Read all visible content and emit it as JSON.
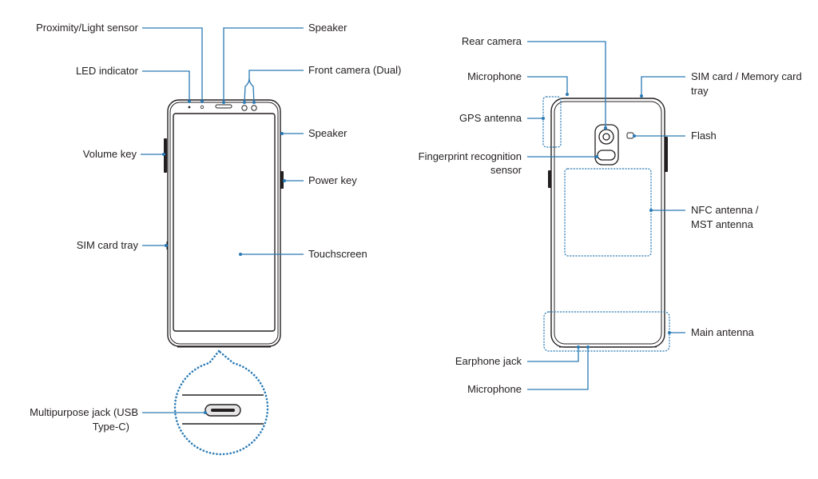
{
  "front_labels": {
    "proximity_light_sensor": "Proximity/Light sensor",
    "led_indicator": "LED indicator",
    "volume_key": "Volume key",
    "sim_card_tray": "SIM card tray",
    "multipurpose_jack_line1": "Multipurpose jack (USB",
    "multipurpose_jack_line2": "Type-C)",
    "speaker_top": "Speaker",
    "front_camera": "Front camera (Dual)",
    "speaker_side": "Speaker",
    "power_key": "Power key",
    "touchscreen": "Touchscreen"
  },
  "back_labels": {
    "rear_camera": "Rear camera",
    "microphone_top": "Microphone",
    "gps_antenna": "GPS antenna",
    "fingerprint_line1": "Fingerprint recognition",
    "fingerprint_line2": "sensor",
    "earphone_jack": "Earphone jack",
    "microphone_bottom": "Microphone",
    "sim_memory_line1": "SIM card / Memory card",
    "sim_memory_line2": "tray",
    "flash": "Flash",
    "nfc_line1": "NFC antenna /",
    "nfc_line2": "MST antenna",
    "main_antenna": "Main antenna"
  },
  "colors": {
    "leader": "#2a7ab5",
    "outline": "#231f20",
    "background": "#ffffff"
  }
}
